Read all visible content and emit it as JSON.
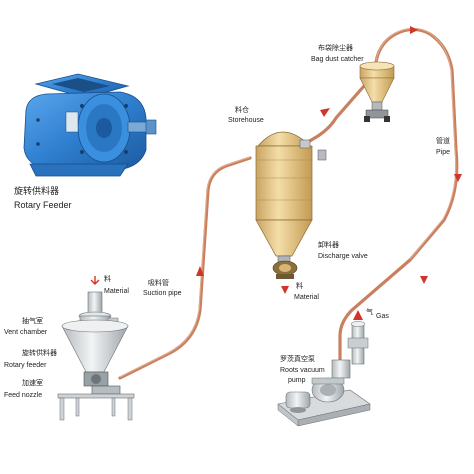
{
  "labels": {
    "rotary_feeder_cn": "旋转供料器",
    "rotary_feeder_en": "Rotary Feeder",
    "bag_dust_cn": "布袋除尘器",
    "bag_dust_en": "Bag dust catcher",
    "storehouse_cn": "料仓",
    "storehouse_en": "Storehouse",
    "pipe_cn": "管道",
    "pipe_en": "Pipe",
    "discharge_cn": "卸料器",
    "discharge_en": "Discharge valve",
    "material_out_cn": "料",
    "material_out_en": "Material",
    "material_in_cn": "料",
    "material_in_en": "Material",
    "suction_cn": "吸料管",
    "suction_en": "Suction pipe",
    "vent_cn": "抽气室",
    "vent_en": "Vent chamber",
    "feeder_cn": "旋转供料器",
    "feeder_en": "Rotary feeder",
    "nozzle_cn": "加速室",
    "nozzle_en": "Feed nozzle",
    "gas_cn": "气",
    "gas_en": "Gas",
    "roots_cn": "罗茨真空泵",
    "roots_en1": "Roots vacuum",
    "roots_en2": "pump"
  },
  "colors": {
    "pipe": "#c9805e",
    "pipe_dark": "#a8603f",
    "feeder_blue": "#2f7fd0",
    "hopper_fill": "#e9c98a",
    "arrow_red": "#d0342a",
    "machine_gray": "#cfd3d6"
  }
}
